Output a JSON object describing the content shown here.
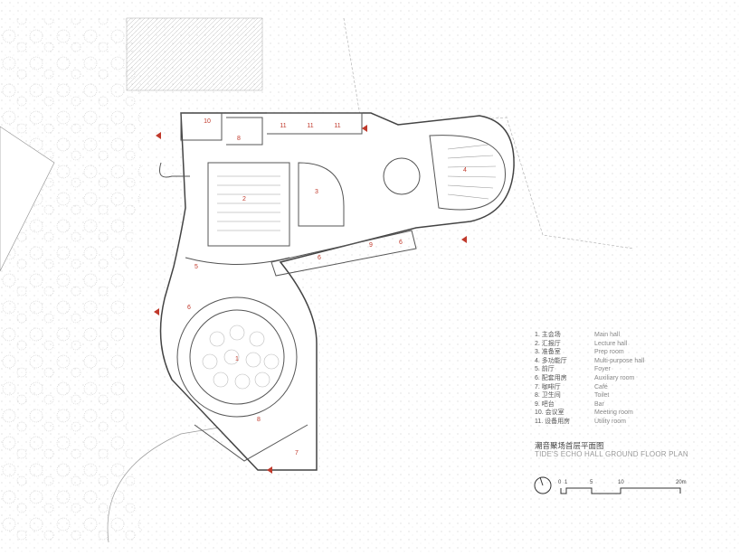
{
  "legend": [
    {
      "zh": "1. 主会场",
      "en": "Main hall",
      "num": "1"
    },
    {
      "zh": "2. 汇报厅",
      "en": "Lecture hall",
      "num": "2"
    },
    {
      "zh": "3. 准备室",
      "en": "Prep room",
      "num": "3"
    },
    {
      "zh": "4. 多功能厅",
      "en": "Multi-purpose hall",
      "num": "4"
    },
    {
      "zh": "5. 前厅",
      "en": "Foyer",
      "num": "5"
    },
    {
      "zh": "6. 配套用房",
      "en": "Auxiliary room",
      "num": "6"
    },
    {
      "zh": "7. 咖啡厅",
      "en": "Café",
      "num": "7"
    },
    {
      "zh": "8. 卫生间",
      "en": "Toilet",
      "num": "8"
    },
    {
      "zh": "9. 吧台",
      "en": "Bar",
      "num": "9"
    },
    {
      "zh": "10. 会议室",
      "en": "Meeting room",
      "num": "10"
    },
    {
      "zh": "11. 设备用房",
      "en": "Utility room",
      "num": "11"
    }
  ],
  "title": {
    "zh": "潮音聚场首层平面图",
    "en": "TIDE'S ECHO HALL GROUND FLOOR PLAN"
  },
  "scale": {
    "ticks": [
      "0",
      "1",
      "5",
      "10",
      "20m"
    ]
  },
  "plan_labels": {
    "l1": "1",
    "l2": "2",
    "l3": "3",
    "l4": "4",
    "l5": "5",
    "l6": "6",
    "l7": "7",
    "l8": "8",
    "l9": "9",
    "l10": "10",
    "l11": "11"
  },
  "colors": {
    "accent": "#c0392b",
    "line": "#555555"
  }
}
